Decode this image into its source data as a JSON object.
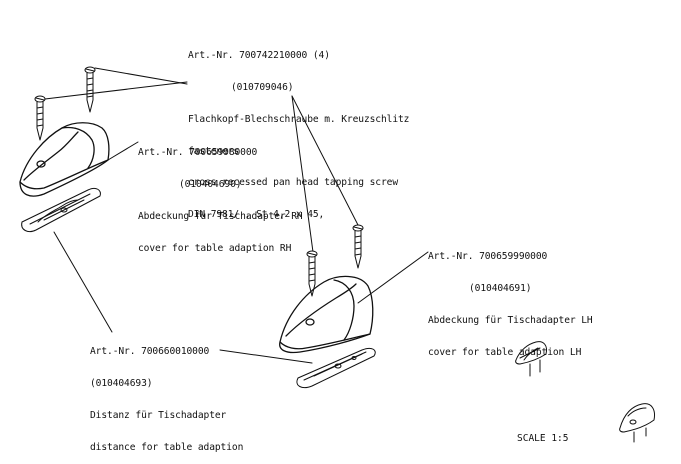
{
  "screw": {
    "art_nr": "Art.-Nr. 700742210000 (4)",
    "alt_nr": "(010709046)",
    "desc_de": "Flachkopf-Blechschraube m. Kreuzschlitz",
    "desc_en1": "fasteners",
    "desc_en2": "cross recessed pan head tapping screw",
    "norm": "DIN 7981/ , St 4,2 x 45,"
  },
  "cover_rh": {
    "art_nr": "Art.-Nr. 700659980000",
    "alt_nr": "(010404690)",
    "desc_de": "Abdeckung für Tischadapter RH",
    "desc_en": "cover for table adaption RH"
  },
  "cover_lh": {
    "art_nr": "Art.-Nr. 700659990000",
    "alt_nr": "(010404691)",
    "desc_de": "Abdeckung für Tischadapter LH",
    "desc_en": "cover for table adaption LH"
  },
  "spacer": {
    "art_nr": "Art.-Nr. 700660010000",
    "alt_nr": "(010404693)",
    "desc_de": "Distanz für Tischadapter",
    "desc_en": "distance for table adaption"
  },
  "scale": "SCALE 1:5",
  "colors": {
    "line": "#111111",
    "background": "#ffffff"
  }
}
